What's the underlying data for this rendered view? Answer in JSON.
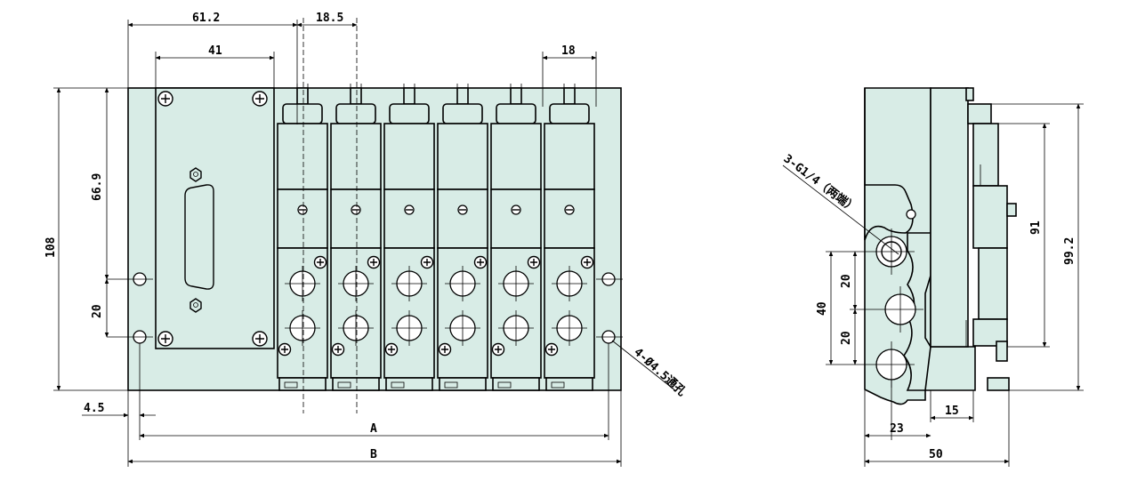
{
  "front_view": {
    "dims": {
      "d61_2": "61.2",
      "d18_5": "18.5",
      "d41": "41",
      "d18": "18",
      "d66_9": "66.9",
      "d108": "108",
      "d20": "20",
      "d4_5": "4.5",
      "dA": "A",
      "dB": "B"
    },
    "hole_note": "4-Ø4.5通孔",
    "valve_count": 6
  },
  "side_view": {
    "dims": {
      "d91": "91",
      "d99_2": "99.2",
      "d40": "40",
      "d20a": "20",
      "d20b": "20",
      "d23": "23",
      "d15": "15",
      "d50": "50"
    },
    "port_note": "3-G1/4（两端）"
  }
}
